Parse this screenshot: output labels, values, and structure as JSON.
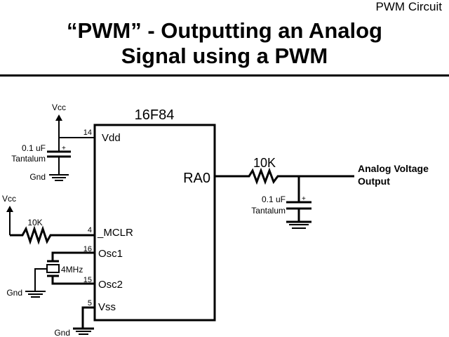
{
  "slide": {
    "header_tag": "PWM Circuit",
    "title_line1": "“PWM” - Outputting an Analog",
    "title_line2": "Signal using a PWM"
  },
  "schematic": {
    "chip": {
      "name": "16F84",
      "pins": [
        {
          "number": "14",
          "label": "Vdd"
        },
        {
          "number": "4",
          "label": "_MCLR"
        },
        {
          "number": "16",
          "label": "Osc1"
        },
        {
          "number": "15",
          "label": "Osc2"
        },
        {
          "number": "5",
          "label": "Vss"
        }
      ],
      "output_pin": "RA0"
    },
    "vdd_supply": "Vcc",
    "decoupling_cap": {
      "value": "0.1 uF",
      "type": "Tantalum",
      "polarity": "+",
      "ground": "Gnd"
    },
    "mclr_supply": "Vcc",
    "mclr_resistor": "10K",
    "crystal": {
      "value": "4MHz",
      "ground": "Gnd"
    },
    "vss_ground": "Gnd",
    "filter_resistor": "10K",
    "filter_cap": {
      "value": "0.1 uF",
      "type": "Tantalum",
      "polarity": "+"
    },
    "output_label_line1": "Analog Voltage",
    "output_label_line2": "Output"
  }
}
